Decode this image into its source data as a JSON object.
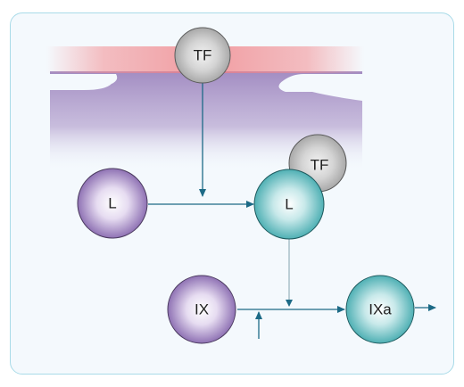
{
  "diagram": {
    "nodes": {
      "tf_membrane": {
        "label": "TF"
      },
      "l_left": {
        "label": "L"
      },
      "l_right": {
        "label": "L"
      },
      "tf_bound": {
        "label": "TF"
      },
      "ix": {
        "label": "IX"
      },
      "ixa": {
        "label": "IXa"
      }
    }
  },
  "colors": {
    "frame_border": "#a9dbe8",
    "frame_fill": "#f4f9fd",
    "membrane": "#f28b8f",
    "cell": "#9e87bf",
    "arrow": "#1c6a86",
    "gray_node": "#c4c4c4",
    "purple_node": "#a98ec8",
    "teal_node": "#5fb9bd"
  }
}
